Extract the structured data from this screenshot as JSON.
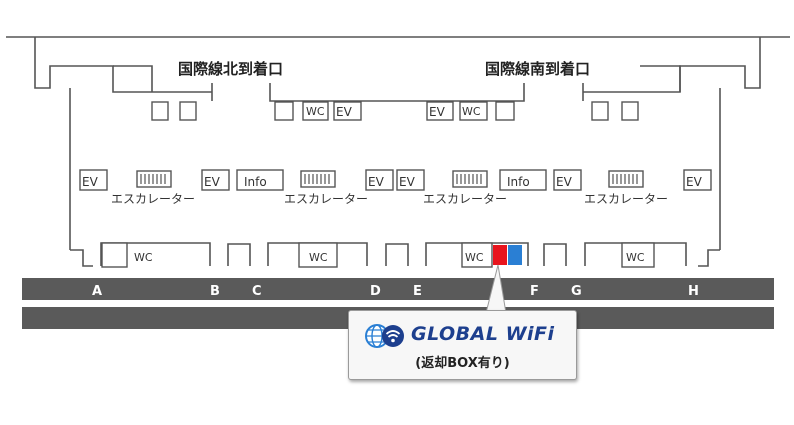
{
  "zones": {
    "north": "国際線北到着口",
    "south": "国際線南到着口"
  },
  "labels": {
    "ev": "EV",
    "wc": "WC",
    "info": "Info",
    "escalator": "エスカレーター"
  },
  "gates": [
    "A",
    "B",
    "C",
    "D",
    "E",
    "F",
    "G",
    "H"
  ],
  "callout": {
    "brand": "GLOBAL WiFi",
    "note": "(返却BOX有り)"
  },
  "colors": {
    "road": "#5a5a5a",
    "highlight_red": "#e8141d",
    "highlight_blue": "#2a7fd4",
    "brand": "#1d3f8e"
  },
  "icons": [
    "globe-icon",
    "wifi-icon",
    "escalator-icon"
  ]
}
